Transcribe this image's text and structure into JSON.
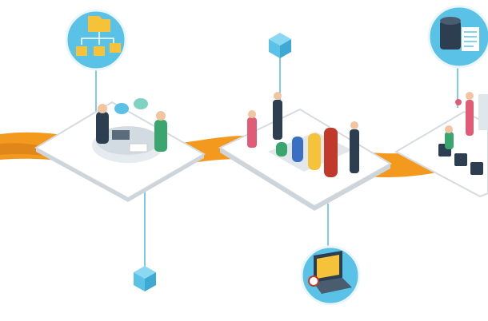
{
  "colors": {
    "ribbon": "#f39a1e",
    "platform": "#ffffff",
    "platform_edge": "#d5dbe0",
    "circle": "#5bc2e7",
    "connector": "#7ccbe8",
    "cube": "#5bc2e7"
  },
  "icons": [
    "org-chart-icon",
    "cube-icon",
    "database-document-icon",
    "laptop-calendar-icon",
    "cube-icon"
  ],
  "scenes": [
    "meeting-table-scene",
    "bar-chart-presentation-scene",
    "audience-presentation-scene"
  ]
}
